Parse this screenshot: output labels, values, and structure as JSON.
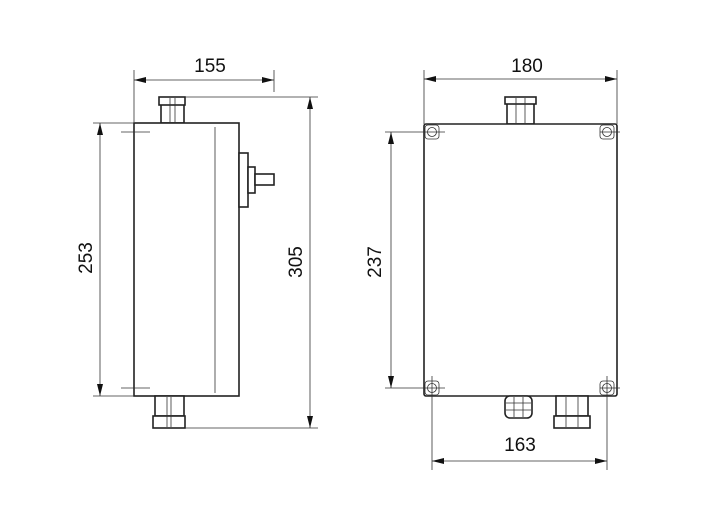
{
  "side_view": {
    "width_label": "155",
    "body_height_label": "253",
    "overall_height_label": "305"
  },
  "front_view": {
    "width_label": "180",
    "hole_spacing_vertical_label": "237",
    "hole_spacing_horizontal_label": "163"
  }
}
